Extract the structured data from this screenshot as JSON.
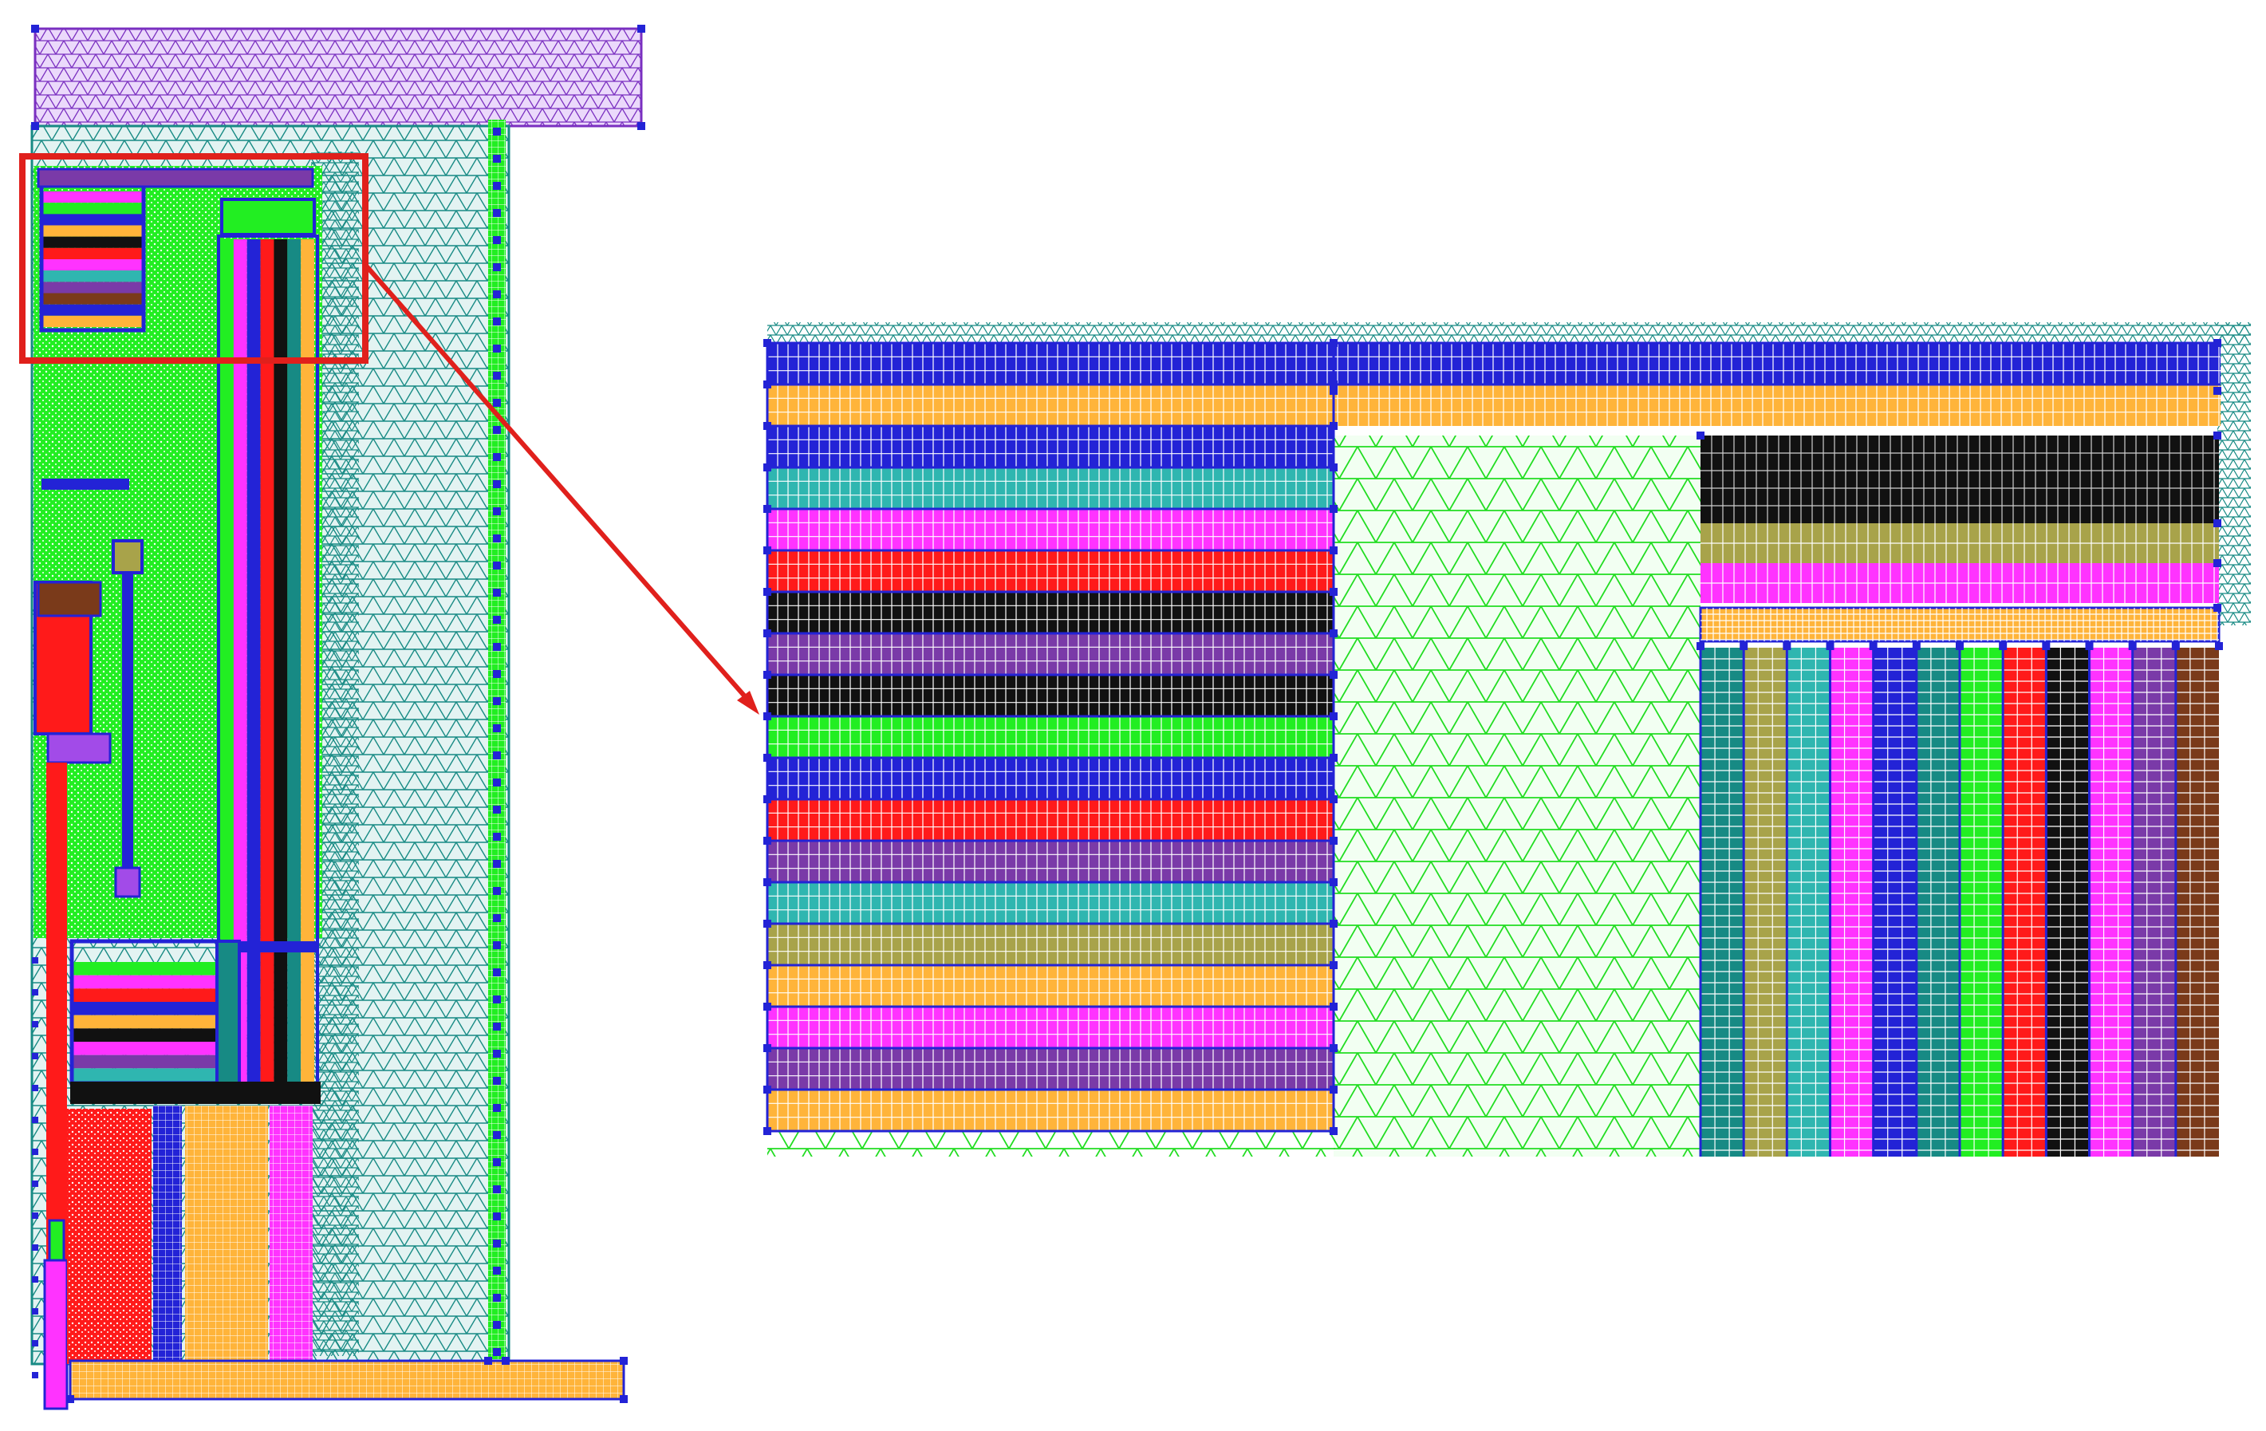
{
  "figure": {
    "colors": {
      "violet": "#A24BE8",
      "teal": "#178A84",
      "green": "#22EE22",
      "blue": "#2323D6",
      "orange": "#FFB43A",
      "red": "#FF1A1A",
      "magenta": "#FF33FF",
      "black": "#111111",
      "cyan": "#2FB6B0",
      "olive": "#A8A34A",
      "purple": "#7A3AA8",
      "brown": "#7A3A1A",
      "pink": "#E876E8",
      "callout": "#E0201C"
    },
    "zoom_rows": [
      "blue",
      "orange",
      "blue",
      "cyan",
      "magenta",
      "red",
      "black",
      "purple",
      "black",
      "green",
      "blue",
      "red",
      "purple",
      "cyan",
      "olive",
      "orange",
      "magenta",
      "purple",
      "orange"
    ],
    "zoom_columns": [
      "teal",
      "olive",
      "cyan",
      "magenta",
      "blue",
      "teal",
      "green",
      "red",
      "black",
      "magenta",
      "purple",
      "brown"
    ],
    "left_block_rows": [
      "magenta",
      "green",
      "blue",
      "orange",
      "black",
      "red",
      "magenta",
      "cyan",
      "purple",
      "brown",
      "blue",
      "orange"
    ],
    "left_block_columns": [
      "green",
      "magenta",
      "blue",
      "red",
      "black",
      "teal",
      "orange"
    ],
    "lower_block_rows": [
      "green",
      "magenta",
      "red",
      "blue",
      "orange",
      "black",
      "magenta",
      "purple",
      "cyan"
    ]
  }
}
